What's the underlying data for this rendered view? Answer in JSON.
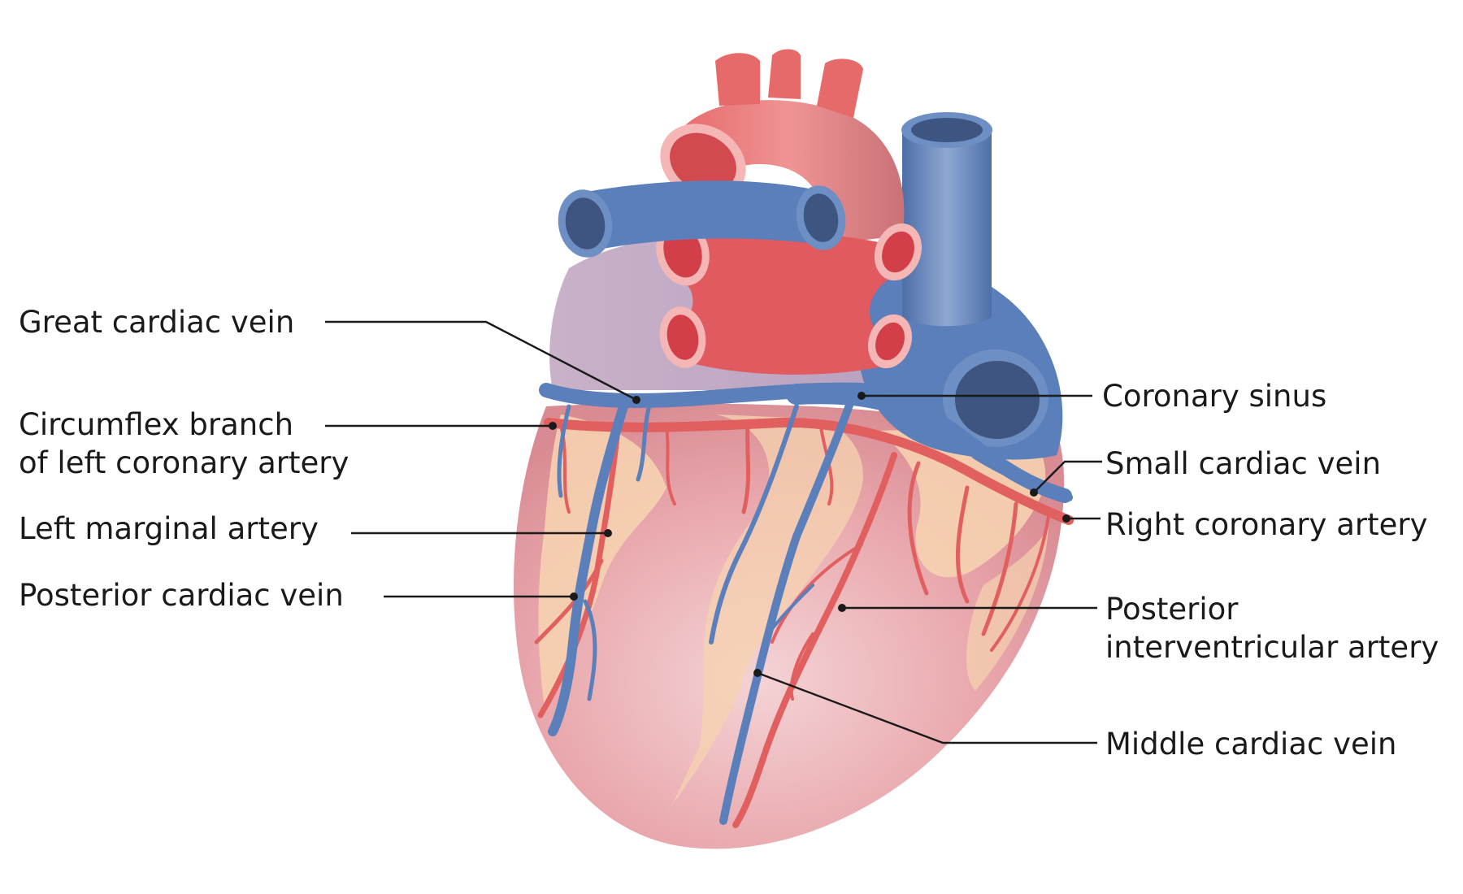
{
  "labels": {
    "great_cardiac_vein": "Great cardiac vein",
    "circumflex_line1": "Circumflex branch",
    "circumflex_line2": "of left coronary artery",
    "left_marginal_artery": "Left marginal artery",
    "posterior_cardiac_vein": "Posterior cardiac vein",
    "coronary_sinus": "Coronary sinus",
    "small_cardiac_vein": "Small cardiac vein",
    "right_coronary_artery": "Right coronary artery",
    "posterior_interventricular_line1": "Posterior",
    "posterior_interventricular_line2": "interventricular artery",
    "middle_cardiac_vein": "Middle cardiac vein"
  },
  "colors": {
    "artery": "#e1605f",
    "artery_dark": "#c94a4c",
    "vein": "#5a7fba",
    "vein_dark": "#3e5f98",
    "myocardium": "#eab3b6",
    "fat": "#f6d2b0"
  }
}
